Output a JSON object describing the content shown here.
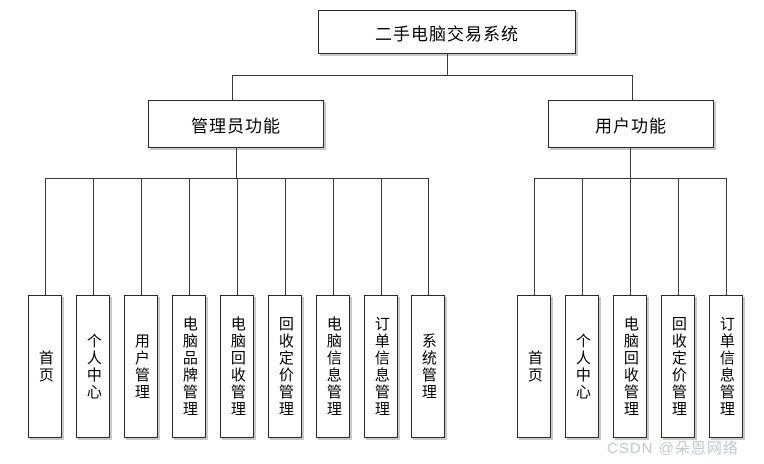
{
  "diagram": {
    "type": "tree-hierarchy",
    "orientation": "top-down",
    "root": {
      "label": "二手电脑交易系统"
    },
    "branches": [
      {
        "id": "admin",
        "label": "管理员功能",
        "leaves": [
          {
            "label": "首页"
          },
          {
            "label": "个人中心"
          },
          {
            "label": "用户管理"
          },
          {
            "label": "电脑品牌管理"
          },
          {
            "label": "电脑回收管理"
          },
          {
            "label": "回收定价管理"
          },
          {
            "label": "电脑信息管理"
          },
          {
            "label": "订单信息管理"
          },
          {
            "label": "系统管理"
          }
        ]
      },
      {
        "id": "user",
        "label": "用户功能",
        "leaves": [
          {
            "label": "首页"
          },
          {
            "label": "个人中心"
          },
          {
            "label": "电脑回收管理"
          },
          {
            "label": "回收定价管理"
          },
          {
            "label": "订单信息管理"
          }
        ]
      }
    ],
    "colors": {
      "box_border": "#2b2b2b",
      "box_fill": "#ffffff",
      "box_shadow": "#c9c9c9",
      "connector": "#3a3a3a",
      "text": "#000000",
      "watermark": "#c3c9cf"
    }
  },
  "watermark": {
    "text": "CSDN @朵恩网络"
  }
}
